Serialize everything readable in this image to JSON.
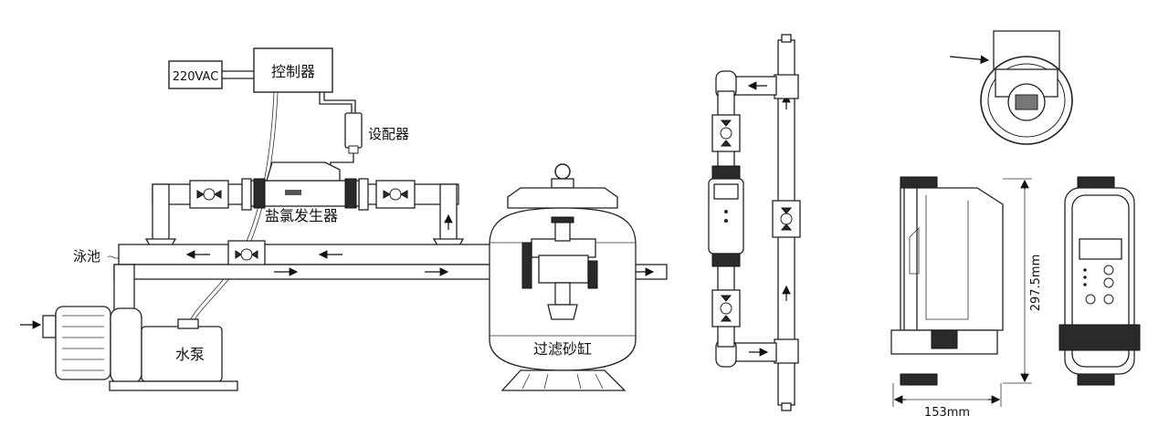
{
  "labels": {
    "power": "220VAC",
    "controller": "控制器",
    "setter": "设配器",
    "generator": "盐氯发生器",
    "pool": "泳池",
    "pump": "水泵",
    "filter": "过滤砂缸",
    "height_dim": "297.5mm",
    "width_dim": "153mm"
  },
  "colors": {
    "line": "#222222",
    "dark": "#2a2a2a",
    "gray": "#8a8a8a"
  }
}
